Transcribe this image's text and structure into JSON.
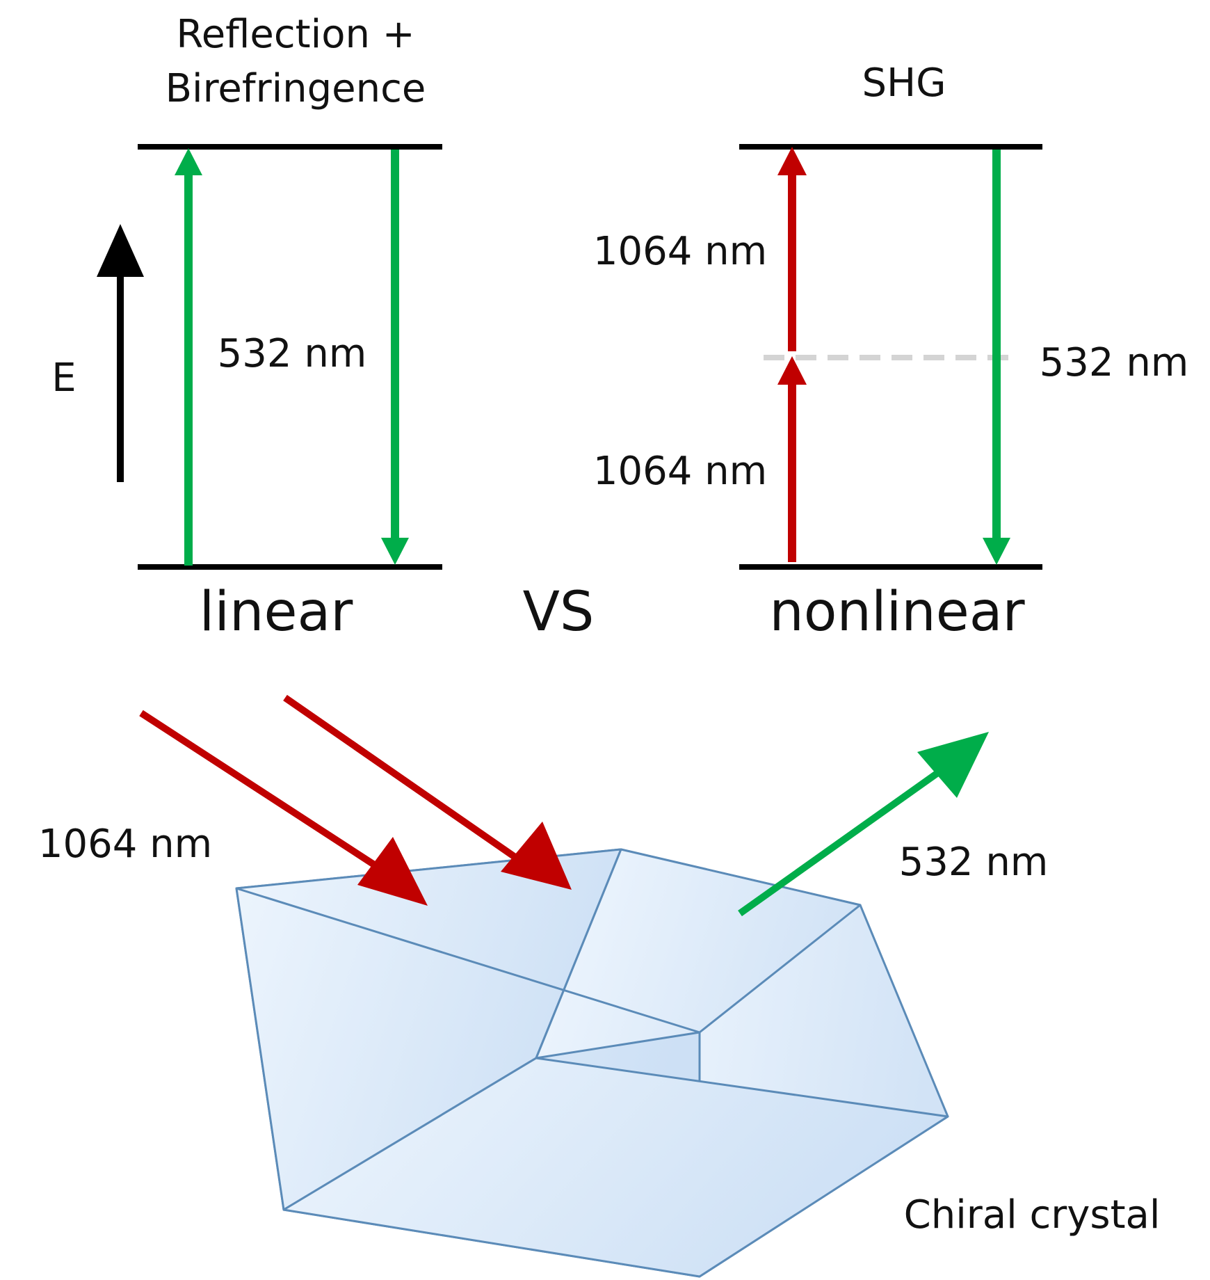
{
  "linear_panel": {
    "title_line1": "Reflection +",
    "title_line2": "Birefringence",
    "energy_label": "E",
    "wavelength": "532 nm",
    "caption": "linear"
  },
  "versus_label": "VS",
  "nonlinear_panel": {
    "title": "SHG",
    "upper_wavelength": "1064 nm",
    "lower_wavelength": "1064 nm",
    "emitted_wavelength": "532 nm",
    "caption": "nonlinear"
  },
  "crystal_scene": {
    "incident_label": "1064 nm",
    "emitted_label": "532 nm",
    "crystal_label": "Chiral crystal"
  },
  "colors": {
    "green": "#00ad4a",
    "red": "#c00000",
    "black": "#000000",
    "dashed": "#d4d4d4",
    "crystal_edge": "#5b8bb8",
    "crystal_fill_light": "#edf5fd",
    "crystal_fill_dark": "#cde0f5"
  }
}
